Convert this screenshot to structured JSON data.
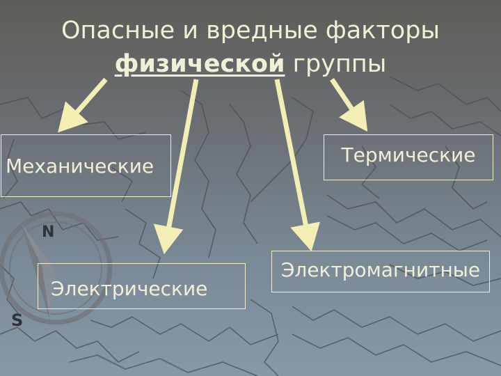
{
  "title": {
    "line1": "Опасные и вредные факторы",
    "line2_emphasis": "физической",
    "line2_rest": " группы"
  },
  "boxes": {
    "mechanical": "Механические",
    "thermal": "Термические",
    "electrical": "Электрические",
    "electromagnetic": "Электромагнитные"
  },
  "compass": {
    "north": "N",
    "south": "S"
  },
  "colors": {
    "text": "#f1efd6",
    "arrow": "#f3efb4",
    "background_top": "#5e5c57",
    "background_bottom": "#8799a6"
  }
}
